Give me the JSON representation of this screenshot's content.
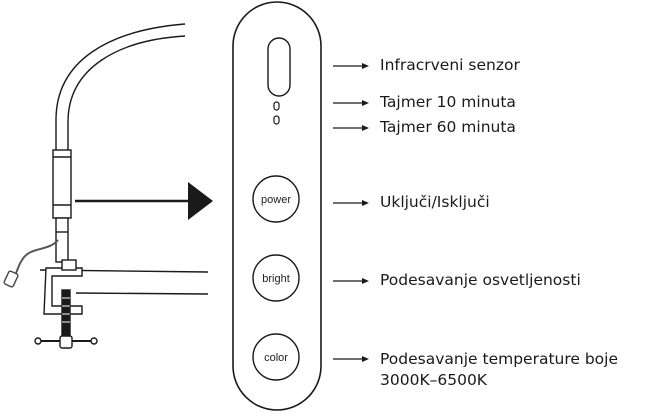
{
  "panel": {
    "buttons": [
      {
        "id": "power",
        "label": "power"
      },
      {
        "id": "bright",
        "label": "bright"
      },
      {
        "id": "color",
        "label": "color"
      }
    ]
  },
  "labels": {
    "infrared_sensor": "Infracrveni senzor",
    "timer_10": "Tajmer 10 minuta",
    "timer_60": "Tajmer 60 minuta",
    "power": "Uključi/Isključi",
    "brightness": "Podesavanje osvetljenosti",
    "temperature_line1": "Podesavanje temperature boje",
    "temperature_line2": "3000K–6500K"
  },
  "colors": {
    "stroke": "#1a1a1a",
    "clamp_fill": "#ffffff"
  }
}
